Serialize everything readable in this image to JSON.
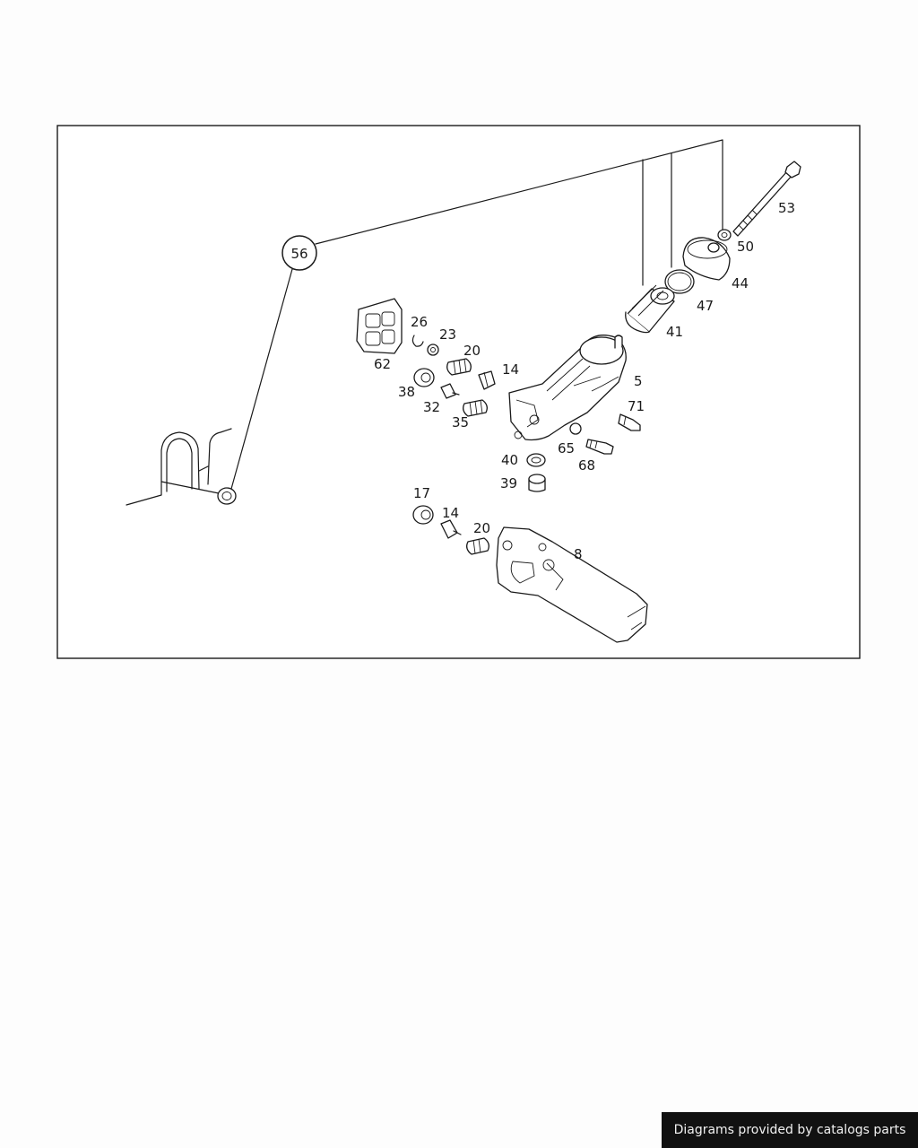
{
  "diagram": {
    "callout": "56",
    "labels": {
      "p53": "53",
      "p50": "50",
      "p44": "44",
      "p47": "47",
      "p41": "41",
      "p5": "5",
      "p62": "62",
      "p26": "26",
      "p23": "23",
      "p20a": "20",
      "p14a": "14",
      "p38": "38",
      "p32": "32",
      "p35": "35",
      "p71": "71",
      "p65": "65",
      "p68": "68",
      "p40": "40",
      "p39": "39",
      "p17": "17",
      "p14b": "14",
      "p20b": "20",
      "p8": "8"
    }
  },
  "footer": {
    "text": "Diagrams provided by catalogs parts"
  }
}
